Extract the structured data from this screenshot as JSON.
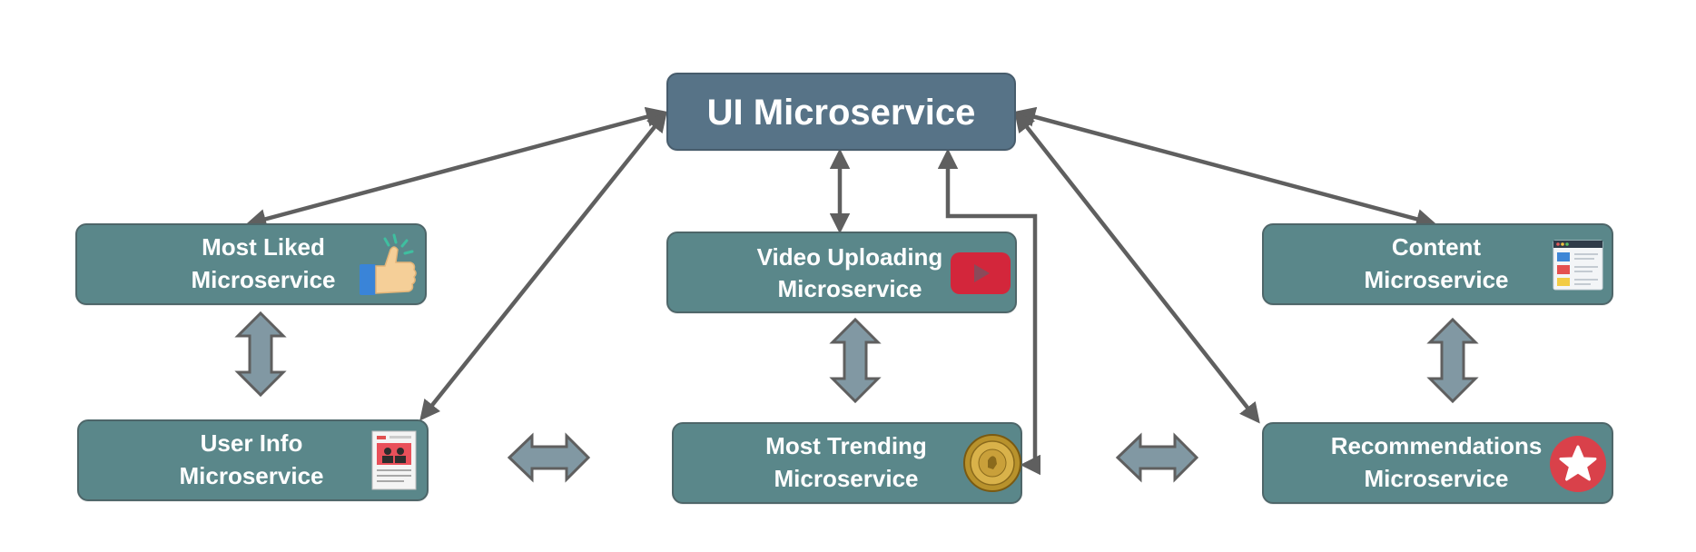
{
  "diagram": {
    "nodes": {
      "ui": {
        "line1": "UI Microservice"
      },
      "most_liked": {
        "line1": "Most Liked",
        "line2": "Microservice",
        "icon": "thumbs-up-icon"
      },
      "video_uploading": {
        "line1": "Video Uploading",
        "line2": "Microservice",
        "icon": "youtube-play-icon"
      },
      "content": {
        "line1": "Content",
        "line2": "Microservice",
        "icon": "web-page-icon"
      },
      "user_info": {
        "line1": "User Info",
        "line2": "Microservice",
        "icon": "profile-card-icon"
      },
      "most_trending": {
        "line1": "Most Trending",
        "line2": "Microservice",
        "icon": "most-popular-seal-icon"
      },
      "recommendations": {
        "line1": "Recommendations",
        "line2": "Microservice",
        "icon": "star-badge-icon"
      }
    },
    "colors": {
      "ui_box": "#577387",
      "service_box": "#5a878a",
      "connector": "#5f5f5f",
      "block_arrow": "#8198a3",
      "youtube_red": "#d3263b",
      "star_red": "#d9414a"
    }
  }
}
